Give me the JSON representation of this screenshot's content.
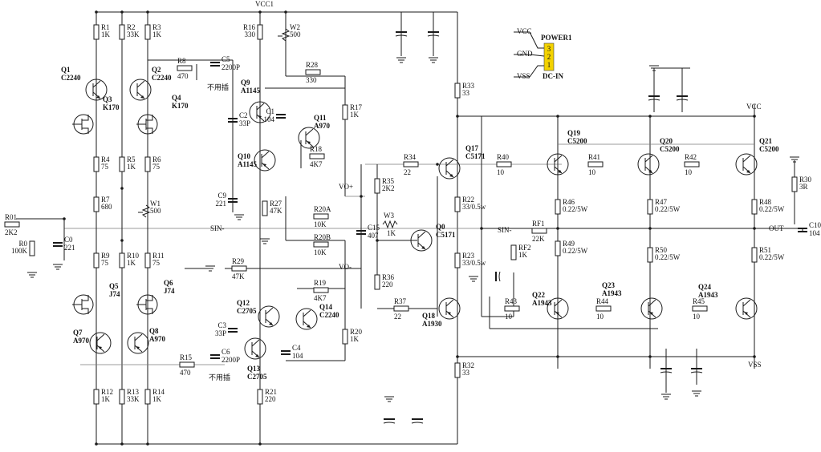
{
  "rails": {
    "vcc_top": "VCC1",
    "vcc_right": "VCC",
    "vss_right": "VSS",
    "out": "OUT",
    "sin_in": "SIN-",
    "sin_rt": "SIN-",
    "vo_plus": "VO+",
    "vo_minus": "VO-"
  },
  "power": {
    "title": "POWER1",
    "pin_vcc": "VCC",
    "pin_gnd": "GND",
    "pin_vss": "VSS",
    "pins": "3 2 1",
    "sub": "DC-IN"
  },
  "notes": {
    "c5": "不用插",
    "c6": "不用插"
  },
  "resistors": [
    {
      "ref": "R1",
      "val": "1K"
    },
    {
      "ref": "R2",
      "val": "33K"
    },
    {
      "ref": "R3",
      "val": "1K"
    },
    {
      "ref": "R8",
      "val": "470"
    },
    {
      "ref": "R16",
      "val": "330"
    },
    {
      "ref": "R28",
      "val": "330"
    },
    {
      "ref": "R17",
      "val": "1K"
    },
    {
      "ref": "R18",
      "val": "4K7"
    },
    {
      "ref": "R4",
      "val": "75"
    },
    {
      "ref": "R5",
      "val": "1K"
    },
    {
      "ref": "R6",
      "val": "75"
    },
    {
      "ref": "R7",
      "val": "680"
    },
    {
      "ref": "R01",
      "val": "2K2"
    },
    {
      "ref": "R0",
      "val": "100K"
    },
    {
      "ref": "R9",
      "val": "75"
    },
    {
      "ref": "R10",
      "val": "1K"
    },
    {
      "ref": "R11",
      "val": "75"
    },
    {
      "ref": "R27",
      "val": "47K"
    },
    {
      "ref": "R20A",
      "val": "10K"
    },
    {
      "ref": "R20B",
      "val": "10K"
    },
    {
      "ref": "R29",
      "val": "47K"
    },
    {
      "ref": "R19",
      "val": "4K7"
    },
    {
      "ref": "R20",
      "val": "1K"
    },
    {
      "ref": "R15",
      "val": "470"
    },
    {
      "ref": "R12",
      "val": "1K"
    },
    {
      "ref": "R13",
      "val": "33K"
    },
    {
      "ref": "R14",
      "val": "1K"
    },
    {
      "ref": "R21",
      "val": "220"
    },
    {
      "ref": "R33",
      "val": "33"
    },
    {
      "ref": "R32",
      "val": "33"
    },
    {
      "ref": "R34",
      "val": "22"
    },
    {
      "ref": "R35",
      "val": "2K2"
    },
    {
      "ref": "R36",
      "val": "220"
    },
    {
      "ref": "R37",
      "val": "22"
    },
    {
      "ref": "R22",
      "val": "33/0.5w"
    },
    {
      "ref": "R23",
      "val": "33/0.5w"
    },
    {
      "ref": "R40",
      "val": "10"
    },
    {
      "ref": "R41",
      "val": "10"
    },
    {
      "ref": "R42",
      "val": "10"
    },
    {
      "ref": "R43",
      "val": "10"
    },
    {
      "ref": "R44",
      "val": "10"
    },
    {
      "ref": "R45",
      "val": "10"
    },
    {
      "ref": "R46",
      "val": "0.22/5W"
    },
    {
      "ref": "R47",
      "val": "0.22/5W"
    },
    {
      "ref": "R48",
      "val": "0.22/5W"
    },
    {
      "ref": "R49",
      "val": "0.22/5W"
    },
    {
      "ref": "R50",
      "val": "0.22/5W"
    },
    {
      "ref": "R51",
      "val": "0.22/5W"
    },
    {
      "ref": "RF1",
      "val": "22K"
    },
    {
      "ref": "RF2",
      "val": "1K"
    },
    {
      "ref": "R30",
      "val": "3R"
    }
  ],
  "pots": [
    {
      "ref": "W1",
      "val": "500"
    },
    {
      "ref": "W2",
      "val": "500"
    },
    {
      "ref": "W3",
      "val": "1K"
    }
  ],
  "capacitors": [
    {
      "ref": "C5",
      "val": "2200P"
    },
    {
      "ref": "C2",
      "val": "33P"
    },
    {
      "ref": "C1",
      "val": "104"
    },
    {
      "ref": "C9",
      "val": "221"
    },
    {
      "ref": "C0",
      "val": "221"
    },
    {
      "ref": "C15",
      "val": "407"
    },
    {
      "ref": "C3",
      "val": "33P"
    },
    {
      "ref": "C4",
      "val": "104"
    },
    {
      "ref": "C6",
      "val": "2200P"
    },
    {
      "ref": "C10",
      "val": "104"
    }
  ],
  "transistors": [
    {
      "ref": "Q1",
      "part": "C2240"
    },
    {
      "ref": "Q2",
      "part": "C2240"
    },
    {
      "ref": "Q3",
      "part": "K170"
    },
    {
      "ref": "Q4",
      "part": "K170"
    },
    {
      "ref": "Q9",
      "part": "A1145"
    },
    {
      "ref": "Q10",
      "part": "A1145"
    },
    {
      "ref": "Q11",
      "part": "A970"
    },
    {
      "ref": "Q5",
      "part": "J74"
    },
    {
      "ref": "Q6",
      "part": "J74"
    },
    {
      "ref": "Q7",
      "part": "A970"
    },
    {
      "ref": "Q8",
      "part": "A970"
    },
    {
      "ref": "Q12",
      "part": "C2705"
    },
    {
      "ref": "Q13",
      "part": "C2705"
    },
    {
      "ref": "Q14",
      "part": "C2240"
    },
    {
      "ref": "Q17",
      "part": "C5171"
    },
    {
      "ref": "Q0",
      "part": "C5171"
    },
    {
      "ref": "Q18",
      "part": "A1930"
    },
    {
      "ref": "Q19",
      "part": "C5200"
    },
    {
      "ref": "Q20",
      "part": "C5200"
    },
    {
      "ref": "Q21",
      "part": "C5200"
    },
    {
      "ref": "Q22",
      "part": "A1943"
    },
    {
      "ref": "Q23",
      "part": "A1943"
    },
    {
      "ref": "Q24",
      "part": "A1943"
    }
  ]
}
